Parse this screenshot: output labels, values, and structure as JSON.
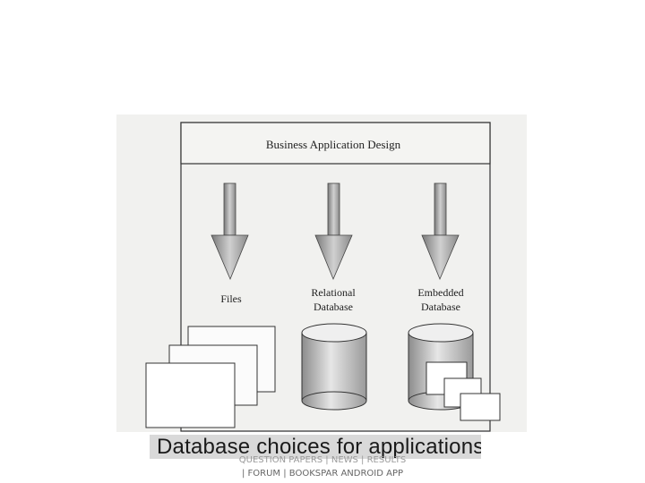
{
  "diagram": {
    "header": "Business Application Design",
    "options": [
      {
        "label_line1": "Files",
        "label_line2": ""
      },
      {
        "label_line1": "Relational",
        "label_line2": "Database"
      },
      {
        "label_line1": "Embedded",
        "label_line2": "Database"
      }
    ]
  },
  "caption": "Database choices for applications",
  "footer": {
    "line1": "QUESTION PAPERS | NEWS | RESULTS",
    "line2": "| FORUM | BOOKSPAR ANDROID APP"
  }
}
